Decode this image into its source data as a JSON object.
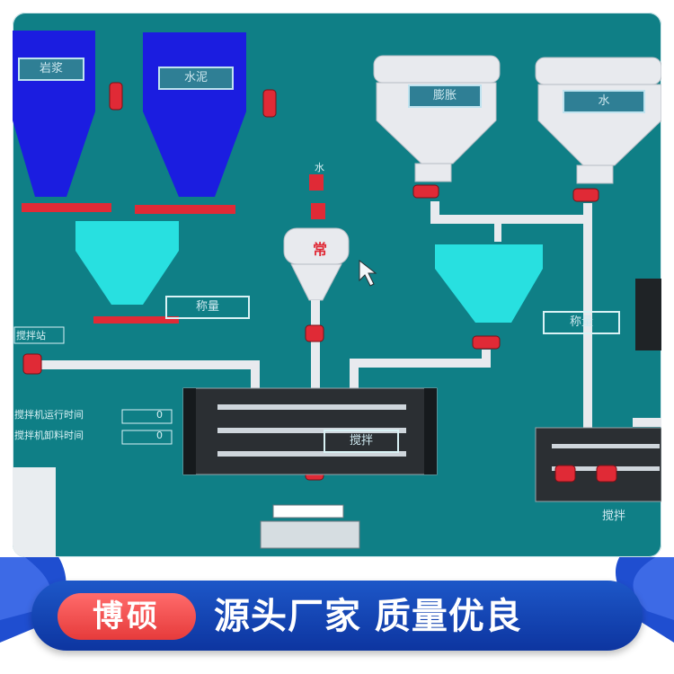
{
  "hmi": {
    "blue_hopper_1_label": "岩浆",
    "blue_hopper_2_label": "水泥",
    "silo_1_label": "膨胀",
    "silo_2_label": "水",
    "scale_1_label": "称量",
    "scale_2_label": "称量",
    "fan_label": "常",
    "mixer_label": "搅拌",
    "mixer_2_label": "搅拌",
    "left_status_1": "搅拌机运行时间",
    "left_status_2": "搅拌机卸料时间",
    "left_status_3": "搅拌站",
    "left_value_1": "0",
    "left_value_2": "0",
    "tag_small": "水"
  },
  "banner": {
    "brand": "博硕",
    "slogan": "源头厂家 质量优良"
  },
  "colors": {
    "screen_bg": "#0f7f86",
    "hopper_blue": "#1b1de0",
    "hopper_cyan": "#28e0e0",
    "valve_red": "#e02a36",
    "bar_blue": "#1d57c8",
    "pill_red": "#f0484a"
  }
}
